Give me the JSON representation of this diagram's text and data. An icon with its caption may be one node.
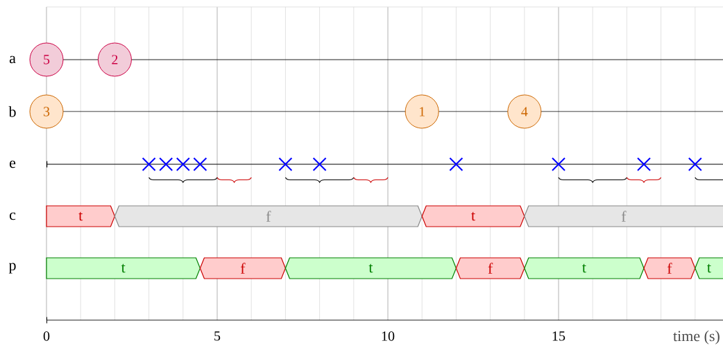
{
  "diagram": {
    "nodes": [
      {
        "text": [
          "5"
        ]
      },
      {
        "text": [
          "2"
        ]
      },
      {
        "text": [
          "3"
        ]
      },
      {
        "text": [
          "1"
        ]
      },
      {
        "text": [
          "4"
        ]
      },
      {
        "text": [
          "t"
        ]
      },
      {
        "text": [
          "f"
        ]
      },
      {
        "text": [
          "t"
        ]
      },
      {
        "text": [
          "f"
        ]
      },
      {
        "text": [
          "t"
        ]
      },
      {
        "text": [
          "f"
        ]
      },
      {
        "text": [
          "t"
        ]
      },
      {
        "text": [
          "f"
        ]
      },
      {
        "text": [
          "t"
        ]
      },
      {
        "text": [
          "f"
        ]
      },
      {
        "text": [
          "t"
        ]
      }
    ],
    "labels": [
      "a",
      "b",
      "e",
      "c",
      "p",
      "0",
      "5",
      "10",
      "15",
      "time (s)"
    ]
  }
}
